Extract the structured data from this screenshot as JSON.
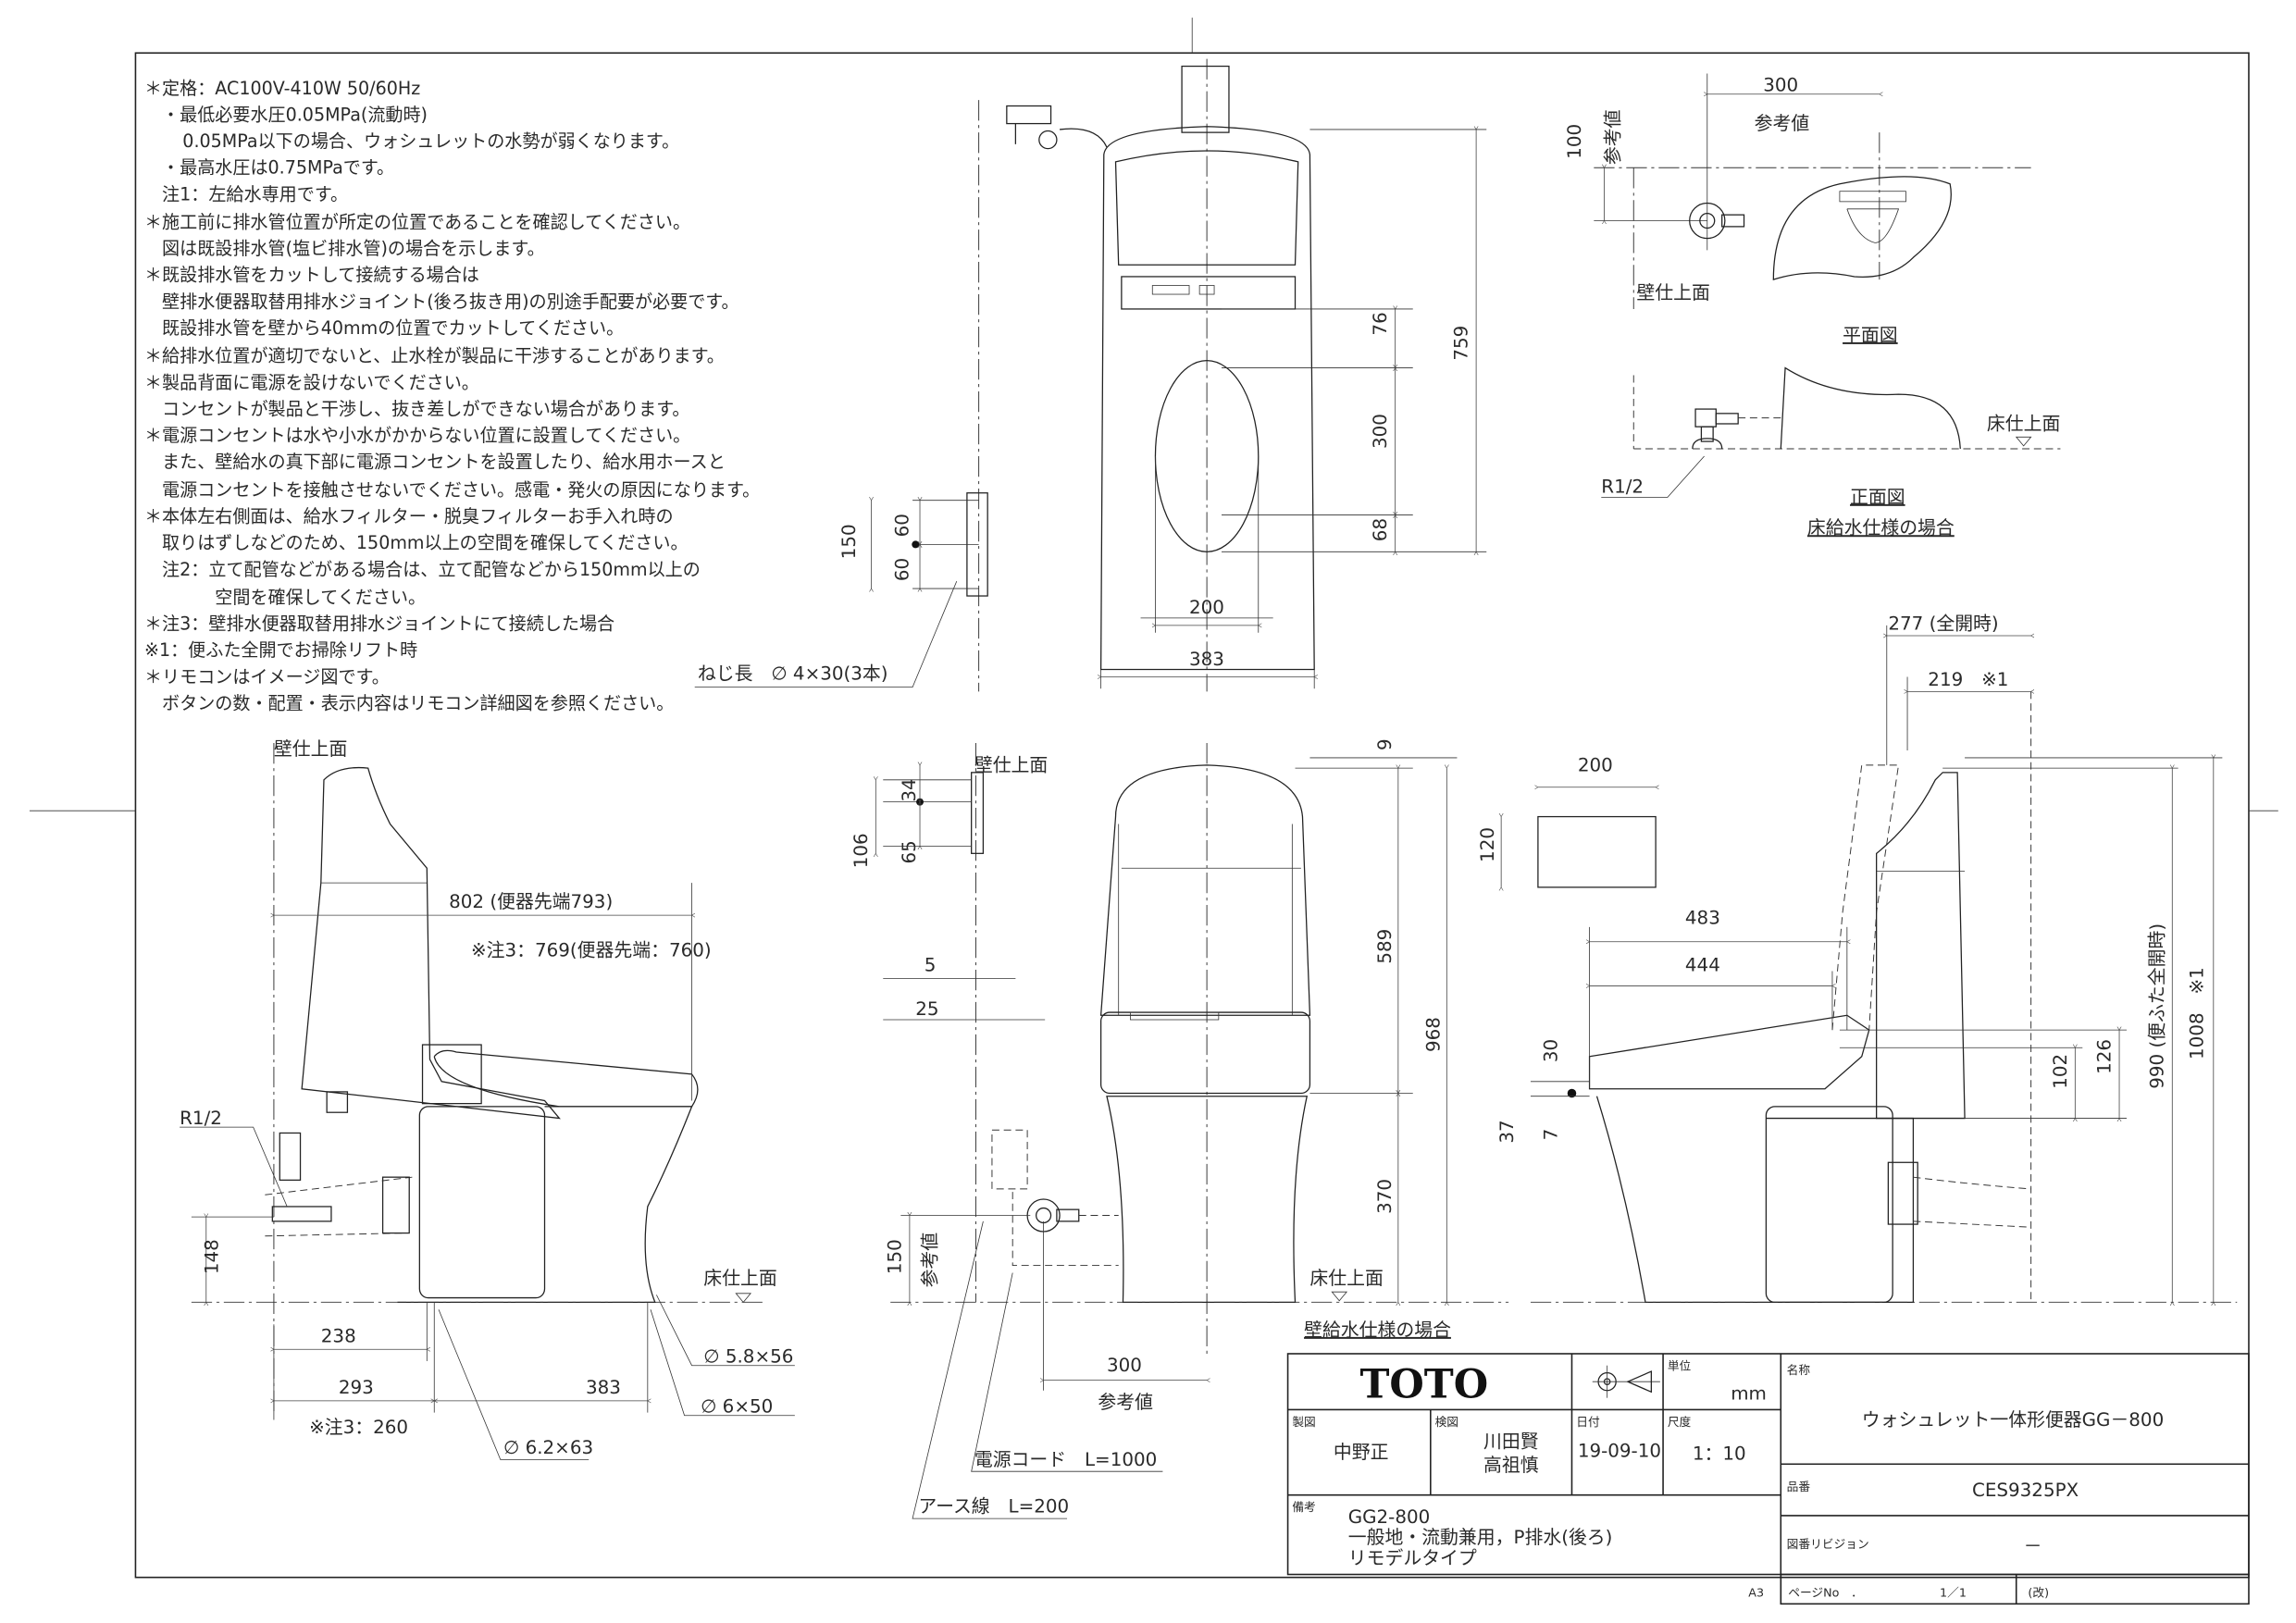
{
  "notes": [
    "＊定格：AC100V-410W 50/60Hz",
    "・最低必要水圧0.05MPa(流動時)",
    "0.05MPa以下の場合、ウォシュレットの水勢が弱くなります。",
    "・最高水圧は0.75MPaです。",
    "注1：左給水専用です。",
    "＊施工前に排水管位置が所定の位置であることを確認してください。",
    "図は既設排水管(塩ビ排水管)の場合を示します。",
    "＊既設排水管をカットして接続する場合は",
    "壁排水便器取替用排水ジョイント(後ろ抜き用)の別途手配要が必要です。",
    "既設排水管を壁から40mmの位置でカットしてください。",
    "＊給排水位置が適切でないと、止水栓が製品に干渉することがあります。",
    "＊製品背面に電源を設けないでください。",
    "コンセントが製品と干渉し、抜き差しができない場合があります。",
    "＊電源コンセントは水や小水がかからない位置に設置してください。",
    "また、壁給水の真下部に電源コンセントを設置したり、給水用ホースと",
    "電源コンセントを接触させないでください。感電・発火の原因になります。",
    "＊本体左右側面は、給水フィルター・脱臭フィルターお手入れ時の",
    "取りはずしなどのため、150mm以上の空間を確保してください。",
    "注2：立て配管などがある場合は、立て配管などから150mm以上の",
    "空間を確保してください。",
    "＊注3：壁排水便器取替用排水ジョイントにて接続した場合",
    "※1：便ふた全開でお掃除リフト時",
    "＊リモコンはイメージ図です。",
    "ボタンの数・配置・表示内容はリモコン詳細図を参照ください。"
  ],
  "top_view": {
    "d76": "76",
    "d300": "300",
    "d68": "68",
    "d759": "759",
    "d200": "200",
    "d383": "383",
    "d150": "150",
    "d60a": "60",
    "d60b": "60",
    "screw": "ねじ長　∅ 4×30(3本)"
  },
  "floor_supply": {
    "d300": "300",
    "ref1": "参考値",
    "d100": "100",
    "ref2": "参考値",
    "wall": "壁仕上面",
    "plan": "平面図",
    "floor": "床仕上面",
    "r12": "R1/2",
    "front": "正面図",
    "caption": "床給水仕様の場合"
  },
  "right_side": {
    "d277": "277 (全開時)",
    "d219": "219　※1",
    "d200": "200",
    "d120": "120",
    "d483": "483",
    "d444": "444",
    "d30": "30",
    "d7": "7",
    "d37": "37",
    "d102": "102",
    "d126": "126",
    "d990": "990 (便ふた全開時)",
    "d1008": "1008　※1"
  },
  "front_view": {
    "wall": "壁仕上面",
    "d9": "9",
    "d34": "34",
    "d106": "106",
    "d65": "65",
    "d5": "5",
    "d25": "25",
    "d589": "589",
    "d968": "968",
    "d370": "370",
    "d150": "150",
    "ref1": "参考値",
    "floor": "床仕上面",
    "caption": "壁給水仕様の場合",
    "d300": "300",
    "ref2": "参考値",
    "cord": "電源コード　L=1000",
    "earth": "アース線　L=200"
  },
  "left_side": {
    "wall": "壁仕上面",
    "d802": "802 (便器先端793)",
    "d769": "※注3：769(便器先端：760)",
    "r12": "R1/2",
    "d148": "148",
    "floor": "床仕上面",
    "d238": "238",
    "d293": "293",
    "d383": "383",
    "d260": "※注3：260",
    "s1": "∅ 5.8×56",
    "s2": "∅ 6×50",
    "s3": "∅ 6.2×63"
  },
  "title_block": {
    "logo": "TOTO",
    "projection_icon": "third-angle-projection-icon",
    "unit_label": "単位",
    "unit": "mm",
    "drawn_label": "製図",
    "drawn": "中野正",
    "checked_label": "検図",
    "checked1": "川田賢",
    "checked2": "高祖慎",
    "date_label": "日付",
    "date": "19-09-10",
    "scale_label": "尺度",
    "scale": "1：10",
    "remarks_label": "備考",
    "remarks1": "GG2-800",
    "remarks2": "一般地・流動兼用，P排水(後ろ)",
    "remarks3": "リモデルタイプ",
    "name_label": "名称",
    "name": "ウォシュレット一体形便器GG－800",
    "part_label": "品番",
    "part": "CES9325PX",
    "rev_label": "図番リビジョン",
    "rev": "－",
    "paper": "A3",
    "page_label": "ページNo　．",
    "page": "1／1",
    "rev_mark": "(改)"
  }
}
